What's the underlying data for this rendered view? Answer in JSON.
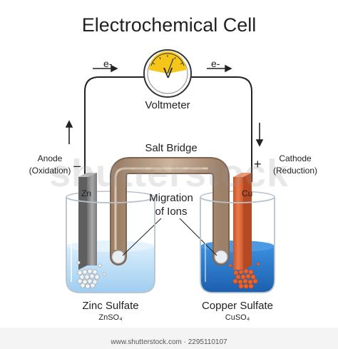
{
  "title": "Electrochemical Cell",
  "voltmeter": {
    "label": "Voltmeter",
    "symbol": "V"
  },
  "electron_left": "e-",
  "electron_right": "e-",
  "salt_bridge": "Salt Bridge",
  "migration": {
    "line1": "Migration",
    "line2": "of Ions"
  },
  "anode": {
    "line1": "Anode",
    "line2": "(Oxidation)",
    "sign": "–"
  },
  "cathode": {
    "line1": "Cathode",
    "line2": "(Reduction)",
    "sign": "+"
  },
  "zinc": {
    "electrode": "Zn",
    "solution": "Zinc Sulfate",
    "formula": "ZnSO₄"
  },
  "copper": {
    "electrode": "Cu",
    "solution": "Copper Sulfate",
    "formula": "CuSO₄"
  },
  "watermark": "shutterstock",
  "footer": "www.shutterstock.com · 2295110107",
  "colors": {
    "zinc_solution": "#cfe6f7",
    "copper_solution": "#2f7fcf",
    "zinc_electrode": "#8a8a8a",
    "copper_electrode": "#d9683c",
    "salt_bridge": "#b59a80",
    "voltmeter_face": "#f5c518"
  }
}
